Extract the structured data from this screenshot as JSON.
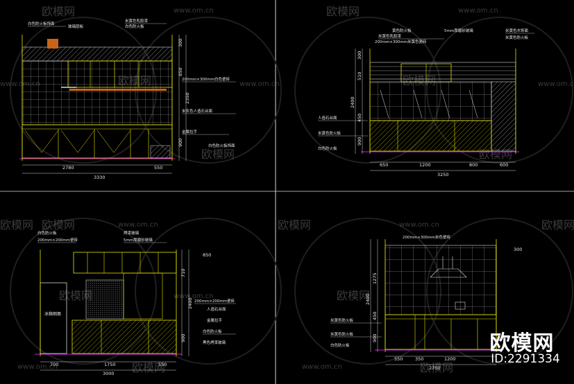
{
  "watermark": {
    "brand": "欧模网",
    "url": "www.om.cn"
  },
  "brand_overlay": {
    "name": "欧模网",
    "id": "ID:2291334"
  },
  "panels": {
    "top_left": {
      "callouts": [
        "白色防火板饰面",
        "米黄色乳胶漆",
        "玻璃层板",
        "白色防火板",
        "200mm×300mm白色瓷砖",
        "米灰色人造石台面",
        "金属拉手",
        "白色防火板饰面"
      ],
      "dims_h": [
        "2780",
        "550",
        "3330"
      ],
      "dims_v": [
        "300",
        "850",
        "2350",
        "900"
      ]
    },
    "top_right": {
      "callouts": [
        "黄色防火板",
        "米黄色乳胶漆",
        "5mm厚磨砂玻璃",
        "200mm×300mm米黄色瓷砖",
        "米黄色木饰面",
        "米黄色防火板",
        "人造石台面",
        "米黄色防火板",
        "白色防火板"
      ],
      "dims_h": [
        "650",
        "1200",
        "800",
        "600",
        "3250"
      ],
      "dims_v": [
        "300",
        "510",
        "2400",
        "450",
        "900"
      ]
    },
    "bottom_left": {
      "callouts": [
        "白色防火板",
        "200mm×200mm瓷砖",
        "烤漆玻璃",
        "5mm厚磨砂玻璃",
        "200mm×200mm瓷砖",
        "人造石台面",
        "金属拉手",
        "白色防火板",
        "黑色烤漆玻璃"
      ],
      "label_fridge": "冰箱侧面",
      "dims_h": [
        "700",
        "1750",
        "550",
        "3000"
      ],
      "dims_v": [
        "850",
        "710",
        "2400",
        "900"
      ]
    },
    "bottom_right": {
      "callouts": [
        "200mm×300mm米色瓷砖",
        "米黄色防火板",
        "米黄色防火板",
        "白色防火板"
      ],
      "dims_h": [
        "550",
        "350",
        "1200",
        "2700"
      ],
      "dims_v": [
        "300",
        "1275",
        "2400",
        "450",
        "900"
      ]
    }
  }
}
